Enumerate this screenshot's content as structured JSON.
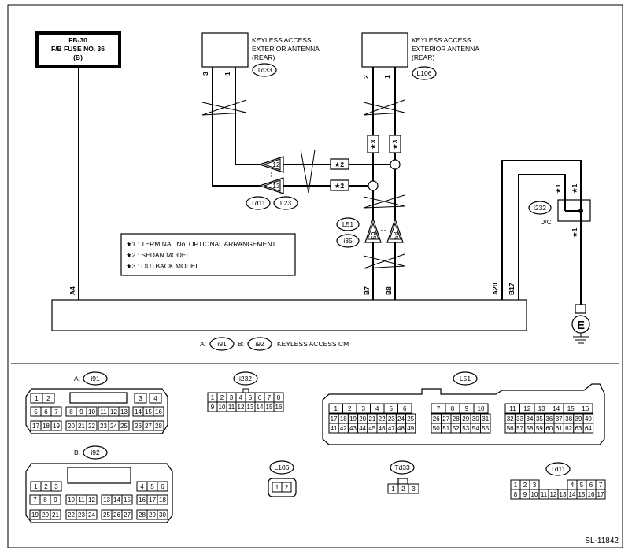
{
  "fuse": {
    "line1": "FB-30",
    "line2": "F/B FUSE NO. 36",
    "line3": "(B)"
  },
  "antenna_left": {
    "line1": "KEYLESS ACCESS",
    "line2": "EXTERIOR ANTENNA",
    "line3": "(REAR)",
    "connector": "Td33",
    "pin_a": "3",
    "pin_b": "1"
  },
  "antenna_right": {
    "line1": "KEYLESS ACCESS",
    "line2": "EXTERIOR ANTENNA",
    "line3": "(REAR)",
    "connector": "L106",
    "pin_a": "2",
    "pin_b": "1"
  },
  "mid_connectors": {
    "pin_12": "12",
    "pin_13": "13",
    "left_a": "Td11",
    "left_b": "L23",
    "right_a": "L51",
    "right_b": "i35",
    "pin_59": "59",
    "pin_58": "58"
  },
  "star_marks": {
    "s2": "★2",
    "s3": "★3",
    "s1": "★1"
  },
  "legend": [
    "★1   : TERMINAL No. OPTIONAL ARRANGEMENT",
    "★2   : SEDAN MODEL",
    "★3   : OUTBACK MODEL"
  ],
  "cm_pins": {
    "a4": "A4",
    "b7": "B7",
    "b8": "B8",
    "a20": "A20",
    "b17": "B17"
  },
  "junction": {
    "connector": "i232",
    "label": "J/C"
  },
  "ground": "E",
  "cm_caption": {
    "a_prefix": "A:",
    "a": "i91",
    "b_prefix": "B:",
    "b": "i92",
    "name": "KEYLESS ACCESS CM"
  },
  "views": {
    "i91": {
      "prefix": "A:",
      "name": "i91",
      "row1": [
        "1",
        "2",
        "",
        "3",
        "4"
      ],
      "row2": [
        "5",
        "6",
        "7",
        "8",
        "9",
        "10",
        "11",
        "12",
        "13",
        "14",
        "15",
        "16"
      ],
      "row3": [
        "17",
        "18",
        "19",
        "20",
        "21",
        "22",
        "23",
        "24",
        "25",
        "26",
        "27",
        "28"
      ]
    },
    "i92": {
      "prefix": "B:",
      "name": "i92",
      "row1": [
        "1",
        "2",
        "3",
        "4",
        "5",
        "6"
      ],
      "row2": [
        "7",
        "8",
        "9",
        "10",
        "11",
        "12",
        "13",
        "14",
        "15",
        "16",
        "17",
        "18"
      ],
      "row3": [
        "19",
        "20",
        "21",
        "22",
        "23",
        "24",
        "25",
        "26",
        "27",
        "28",
        "29",
        "30"
      ]
    },
    "i232": {
      "name": "i232",
      "row1": [
        "1",
        "2",
        "3",
        "4",
        "5",
        "6",
        "7",
        "8"
      ],
      "row2": [
        "9",
        "10",
        "11",
        "12",
        "13",
        "14",
        "15",
        "16"
      ]
    },
    "L51": {
      "name": "L51",
      "s1r1": [
        "1",
        "2",
        "3",
        "4",
        "5",
        "6"
      ],
      "s1r2": [
        "17",
        "18",
        "19",
        "20",
        "21",
        "22",
        "23",
        "24",
        "25"
      ],
      "s1r3": [
        "41",
        "42",
        "43",
        "44",
        "45",
        "46",
        "47",
        "48",
        "49"
      ],
      "s2r1": [
        "7",
        "8",
        "9",
        "10"
      ],
      "s2r2": [
        "26",
        "27",
        "28",
        "29",
        "30",
        "31"
      ],
      "s2r3": [
        "50",
        "51",
        "52",
        "53",
        "54",
        "55"
      ],
      "s3r1": [
        "11",
        "12",
        "13",
        "14",
        "15",
        "16"
      ],
      "s3r2": [
        "32",
        "33",
        "34",
        "35",
        "36",
        "37",
        "38",
        "39",
        "40"
      ],
      "s3r3": [
        "56",
        "57",
        "58",
        "59",
        "60",
        "61",
        "62",
        "63",
        "64"
      ]
    },
    "L106": {
      "name": "L106",
      "pins": [
        "1",
        "2"
      ]
    },
    "Td33": {
      "name": "Td33",
      "pins": [
        "1",
        "2",
        "3"
      ]
    },
    "Td11": {
      "name": "Td11",
      "row1": [
        "1",
        "2",
        "3",
        "4",
        "5",
        "6",
        "7"
      ],
      "row2": [
        "8",
        "9",
        "10",
        "11",
        "12",
        "13",
        "14",
        "15",
        "16",
        "17"
      ]
    }
  },
  "code": "SL-11842"
}
